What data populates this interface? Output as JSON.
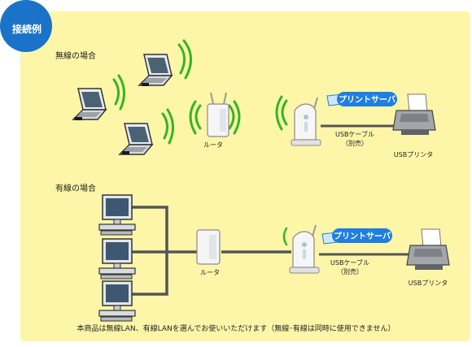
{
  "badge": {
    "label": "接続例"
  },
  "wireless": {
    "title": "無線の場合",
    "router_label": "ルータ",
    "print_server_tag": "プリントサーバ",
    "cable_label_1": "USBケーブル",
    "cable_label_2": "（別売）",
    "printer_label": "USBプリンタ"
  },
  "wired": {
    "title": "有線の場合",
    "router_label": "ルータ",
    "print_server_tag": "プリントサーバ",
    "cable_label_1": "USBケーブル",
    "cable_label_2": "（別売）",
    "printer_label": "USBプリンタ"
  },
  "footer": "本商品は無線LAN、有線LANを選んでお使いいただけます（無線･有線は同時に使用できません）",
  "colors": {
    "panel": "#fdf6a8",
    "badge": "#1a73c8",
    "wifi": "#34b524",
    "cable": "#555555",
    "tag": "#1e7fe0"
  }
}
